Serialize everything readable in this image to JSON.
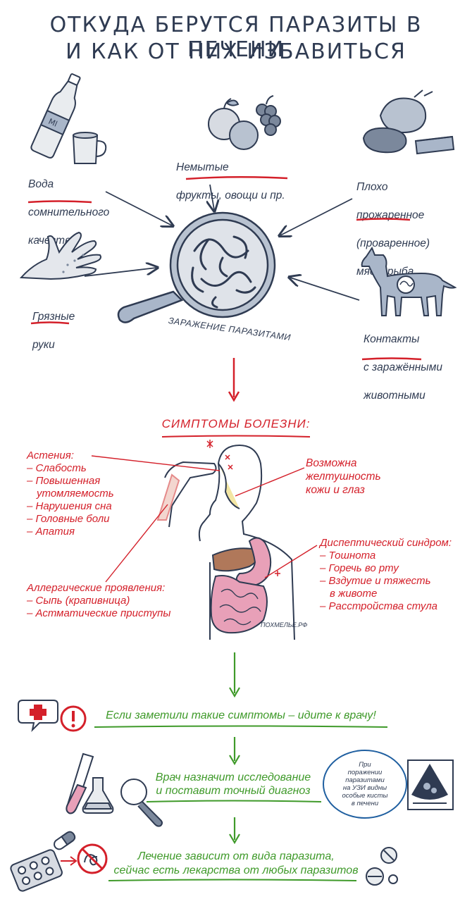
{
  "title": {
    "line1": "ОТКУДА БЕРУТСЯ ПАРАЗИТЫ В ПЕЧЕНИ",
    "line2": "И КАК ОТ НИХ ИЗБАВИТЬСЯ"
  },
  "sources": {
    "water": {
      "line1": "Вода",
      "line2": "сомнительного",
      "line3": "качества"
    },
    "fruits": {
      "line1": "Немытые",
      "line2": "фрукты, овощи и пр."
    },
    "meat": {
      "line1": "Плохо",
      "line2": "прожаренное",
      "line3": "(проваренное)",
      "line4": "мясо, рыба"
    },
    "hands": {
      "line1": "Грязные",
      "line2": "руки"
    },
    "animals": {
      "line1": "Контакты",
      "line2": "с заражёнными",
      "line3": "животными"
    }
  },
  "center_label": "ЗАРАЖЕНИЕ ПАРАЗИТАМИ",
  "symptoms_heading": "СИМПТОМЫ БОЛЕЗНИ:",
  "asthenia": {
    "title": "Астения:",
    "items": [
      "– Слабость",
      "– Повышенная",
      "утомляемость",
      "– Нарушения сна",
      "– Головные боли",
      "– Апатия"
    ]
  },
  "jaundice": {
    "line1": "Возможна",
    "line2": "желтушность",
    "line3": "кожи и глаз"
  },
  "dyspeptic": {
    "title": "Диспептический синдром:",
    "items": [
      "– Тошнота",
      "– Горечь во рту",
      "– Вздутие и тяжесть",
      "в животе",
      "– Расстройства стула"
    ]
  },
  "allergic": {
    "title": "Аллергические проявления:",
    "items": [
      "– Сыпь (крапивница)",
      "– Астматические приступы"
    ]
  },
  "watermark": "ПОХМЕЛЬЕ.РФ",
  "steps": {
    "doctor": "Если заметили такие симптомы – идите к врачу!",
    "diagnosis_line1": "Врач назначит исследование",
    "diagnosis_line2": "и поставит точный диагноз",
    "treatment_line1": "Лечение зависит от вида паразита,",
    "treatment_line2": "сейчас есть лекарства от любых паразитов"
  },
  "ultrasound_note": [
    "При",
    "поражении",
    "паразитами",
    "на УЗИ видны",
    "особые кисты",
    "в печени"
  ],
  "colors": {
    "ink": "#2f3b52",
    "red": "#d4202a",
    "green": "#3f9a2a",
    "blue_note": "#1f5fa0",
    "liver": "#b0785a",
    "intestine": "#e8a0b8",
    "face_yellow": "#f3e6a3"
  },
  "icons": [
    "bottle-icon",
    "mug-icon",
    "fruit-icon",
    "meat-icon",
    "hand-icon",
    "dog-icon",
    "magnifier-icon",
    "man-icon",
    "intestine-icon",
    "first-aid-icon",
    "exclamation-icon",
    "test-tube-icon",
    "flask-icon",
    "ultrasound-icon",
    "pills-icon",
    "capsule-icon",
    "no-parasite-icon",
    "tablet-icon"
  ]
}
